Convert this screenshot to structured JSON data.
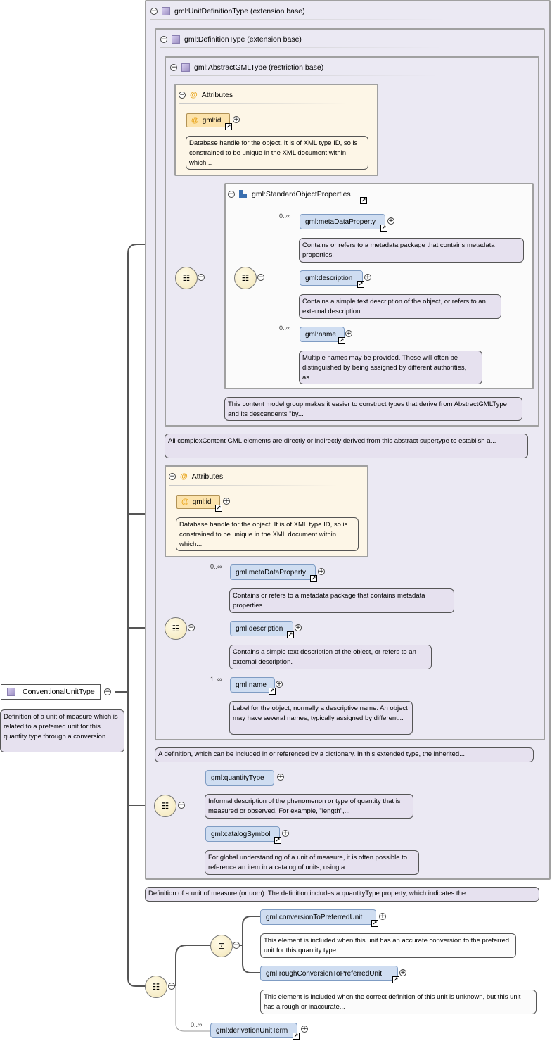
{
  "root": {
    "name": "ConventionalUnitType",
    "doc": "Definition of a unit of measure which is related to a preferred unit for this quantity type through a conversion..."
  },
  "unitDef": {
    "title": "gml:UnitDefinitionType (extension base)",
    "doc": "Definition of a unit of measure (or uom). The definition includes a quantityType property, which indicates the..."
  },
  "defType": {
    "title": "gml:DefinitionType (extension base)",
    "doc": "A definition, which can be included in or referenced by a dictionary. In this extended type, the inherited..."
  },
  "abstractGml": {
    "title": "gml:AbstractGMLType (restriction base)",
    "doc": "All complexContent GML elements are directly or indirectly derived from this abstract supertype to establish a..."
  },
  "attrs1": {
    "title": "Attributes",
    "id": "gml:id",
    "doc": "Database handle for the object. It is of XML type ID, so is constrained to be unique in the XML document within which..."
  },
  "stdProps": {
    "title": "gml:StandardObjectProperties",
    "doc": "This content model group makes it easier to construct types that derive from AbstractGMLType and its descendents \"by...",
    "meta": {
      "name": "gml:metaDataProperty",
      "occ": "0..∞",
      "doc": "Contains or refers to a metadata package that contains metadata properties."
    },
    "desc": {
      "name": "gml:description",
      "doc": "Contains a simple text description of the object, or refers to an external description."
    },
    "name": {
      "name": "gml:name",
      "occ": "0..∞",
      "doc": "Multiple names may be provided. These will often be distinguished by being assigned by different authorities, as..."
    }
  },
  "attrs2": {
    "title": "Attributes",
    "id": "gml:id",
    "doc": "Database handle for the object. It is of XML type ID, so is constrained to be unique in the XML document within which..."
  },
  "defSeq": {
    "meta": {
      "name": "gml:metaDataProperty",
      "occ": "0..∞",
      "doc": "Contains or refers to a metadata package that contains metadata properties."
    },
    "desc": {
      "name": "gml:description",
      "doc": "Contains a simple text description of the object, or refers to an external description."
    },
    "name": {
      "name": "gml:name",
      "occ": "1..∞",
      "doc": "Label for the object, normally a descriptive name. An object may have several names, typically assigned by different..."
    }
  },
  "unitSeq": {
    "qty": {
      "name": "gml:quantityType",
      "doc": "Informal description of the phenomenon or type of quantity that is measured or observed. For example, \"length\",..."
    },
    "cat": {
      "name": "gml:catalogSymbol",
      "doc": "For global understanding of a unit of measure, it is often possible to reference an item in a catalog of units, using a..."
    }
  },
  "convSeq": {
    "conv": {
      "name": "gml:conversionToPreferredUnit",
      "doc": "This element is included when this unit has an accurate conversion to the preferred unit for this quantity type."
    },
    "rough": {
      "name": "gml:roughConversionToPreferredUnit",
      "doc": "This element is included when the correct definition of this unit is unknown, but this unit has a rough or inaccurate..."
    },
    "deriv": {
      "name": "gml:derivationUnitTerm",
      "occ": "0..∞"
    }
  },
  "symbols": {
    "collapse": "−",
    "expand": "+",
    "attr": "@",
    "link": "↗",
    "seq": "☷",
    "choice": "⊡"
  }
}
